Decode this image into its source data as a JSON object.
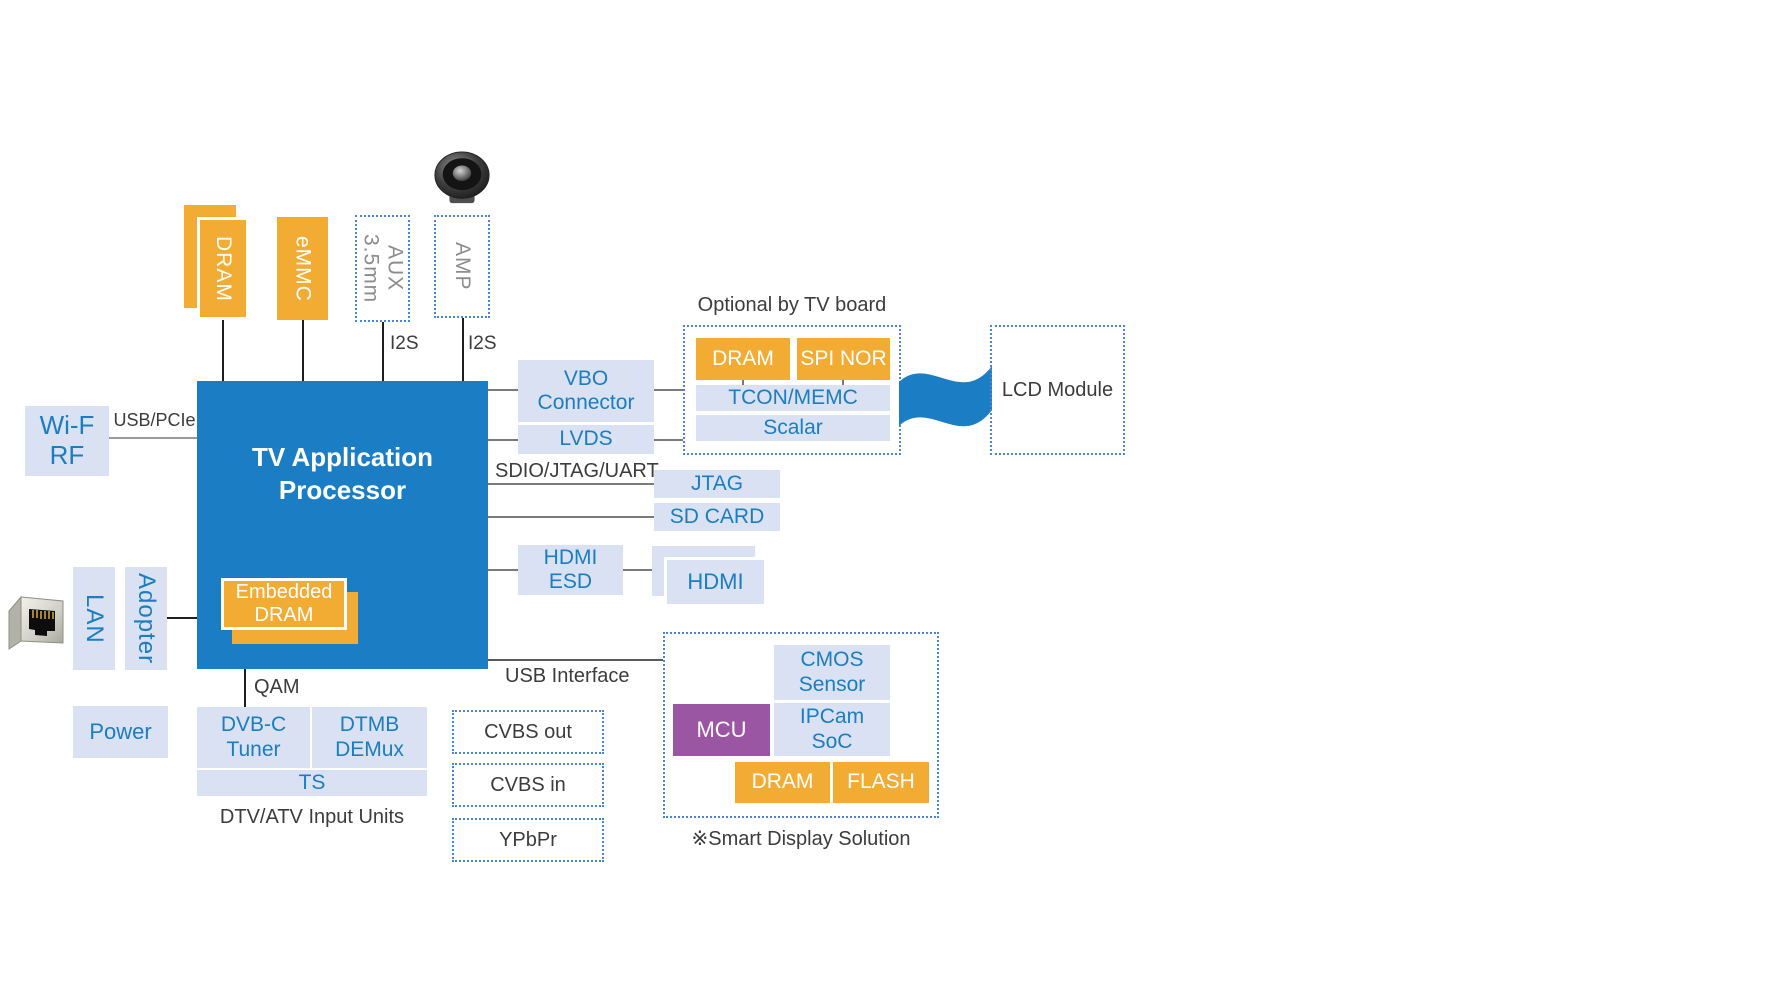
{
  "colors": {
    "processor_blue": "#1b7dc4",
    "light_blue_box": "#d9e1f2",
    "blue_text": "#1b7dc2",
    "orange": "#f2ac34",
    "purple": "#9b56a3",
    "dotted_border_blue": "#4a86d8",
    "gray_text": "#8c8c8c",
    "dark_text": "#3c3c3c"
  },
  "top": {
    "dram": "DRAM",
    "emmc": "eMMC",
    "aux": "3.5mm\nAUX",
    "amp": "AMP",
    "i2s_left": "I2S",
    "i2s_right": "I2S",
    "speaker_icon": "speaker-icon"
  },
  "left": {
    "wifi": "Wi-F\nRF",
    "usb_pcie": "USB/PCIe",
    "lan": "LAN",
    "adopter": "Adopter",
    "power": "Power",
    "ethernet_icon": "ethernet-jack-icon"
  },
  "processor": {
    "title": "TV Application\nProcessor",
    "embedded_dram": "Embedded\nDRAM"
  },
  "tuner": {
    "qam": "QAM",
    "dvbc_tuner": "DVB-C\nTuner",
    "dtmb_demux": "DTMB\nDEMux",
    "ts": "TS",
    "caption": "DTV/ATV Input Units"
  },
  "av_ports": {
    "cvbs_out": "CVBS out",
    "cvbs_in": "CVBS in",
    "ypbpr": "YPbPr"
  },
  "io": {
    "vbo_connector": "VBO\nConnector",
    "lvds": "LVDS",
    "sdio_jtag_uart": "SDIO/JTAG/UART",
    "jtag": "JTAG",
    "sd_card": "SD CARD",
    "hdmi_esd": "HDMI\nESD",
    "hdmi": "HDMI",
    "usb_interface": "USB Interface"
  },
  "optional_board": {
    "title": "Optional by TV board",
    "dram": "DRAM",
    "spi_nor": "SPI NOR",
    "tcon_memc": "TCON/MEMC",
    "scalar": "Scalar"
  },
  "lcd": {
    "label": "LCD Module"
  },
  "smart_display": {
    "cmos_sensor": "CMOS\nSensor",
    "mcu": "MCU",
    "ipcam_soc": "IPCam\nSoC",
    "dram": "DRAM",
    "flash": "FLASH",
    "caption": "※Smart Display Solution"
  }
}
